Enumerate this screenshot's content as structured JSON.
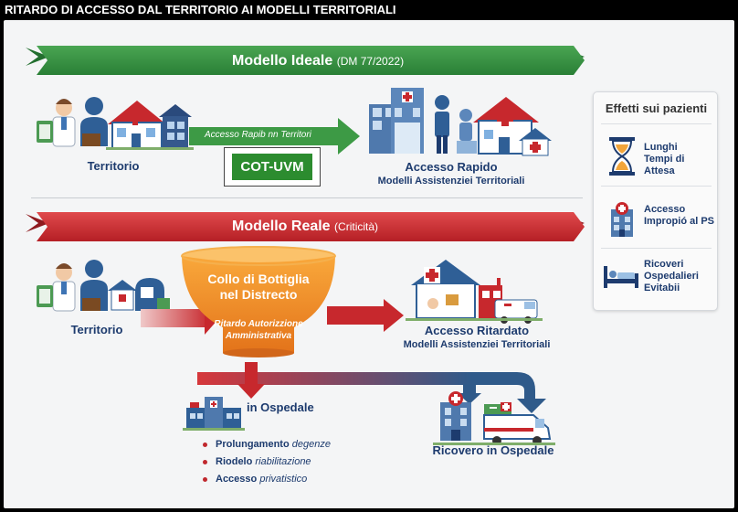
{
  "title": "RITARDO DI ACCESSO DAL TERRITORIO AI MODELLI TERRITORIALI",
  "ideal": {
    "banner_title": "Modello Ideale",
    "banner_sub": "(DM 77/2022)",
    "territorio": "Territorio",
    "arrow_label": "Accesso Rapib nn Territori",
    "cot_uvm": "COT-UVM",
    "dest_title": "Accesso Rapido",
    "dest_sub": "Modelli Assistenziei Territoriali"
  },
  "real": {
    "banner_title": "Modello Reale",
    "banner_sub": "(Criticità)",
    "territorio": "Territorio",
    "funnel_title_1": "Collo di Bottiglia",
    "funnel_title_2": "nel Distrecto",
    "funnel_sub_1": "Ritardo Autorizzione",
    "funnel_sub_2": "Amministrativa",
    "dest_title": "Accesso Ritardato",
    "dest_sub": "Modelli Assistenziei Territoriali",
    "hospital_label": "in Ospedale",
    "bullets": [
      {
        "a": "Prolungamento",
        "b": "degenze"
      },
      {
        "a": "Riodelo",
        "b": "riabilitazione"
      },
      {
        "a": "Accesso",
        "b": "privatistico"
      }
    ],
    "ricovero": "Ricovero in Ospedale"
  },
  "effects": {
    "title": "Effetti sui pazienti",
    "items": [
      {
        "line1": "Lunghi",
        "line2": "Tempi di Attesa",
        "icon": "hourglass-icon"
      },
      {
        "line1": "Accesso",
        "line2": "Impropió al PS",
        "icon": "hospital-icon"
      },
      {
        "line1": "Ricoveri",
        "line2": "Ospedalieri",
        "line3": "Evitabii",
        "icon": "hospital-bed-icon"
      }
    ]
  },
  "colors": {
    "green": "#2e8a3e",
    "red": "#c7282d",
    "navy": "#1d3b6e",
    "orange": "#f08a1c"
  }
}
